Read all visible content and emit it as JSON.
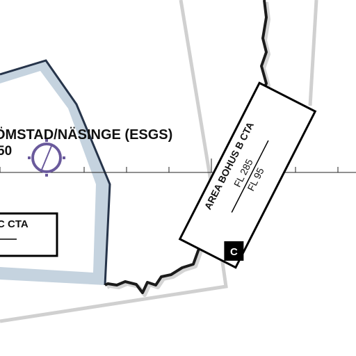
{
  "map": {
    "colors": {
      "background": "#ffffff",
      "airspace_fill": "#c5d3df",
      "coastline": "#1b1b1b",
      "boundary_grey": "#cfcfcf",
      "airspace_outline": "#26344a",
      "airport_symbol": "#6a5a9c"
    },
    "airport": {
      "name": "ÖMSTAD/NÄSINGE (ESGS)",
      "elevation": "50",
      "icon": "airport-icon"
    },
    "airspace_box_left": {
      "name": "C CTA"
    },
    "airspace_box_right": {
      "name": "AREA BOHUS B CTA",
      "upper_limit": "FL 285",
      "lower_limit": "FL 95",
      "class": "C"
    }
  }
}
